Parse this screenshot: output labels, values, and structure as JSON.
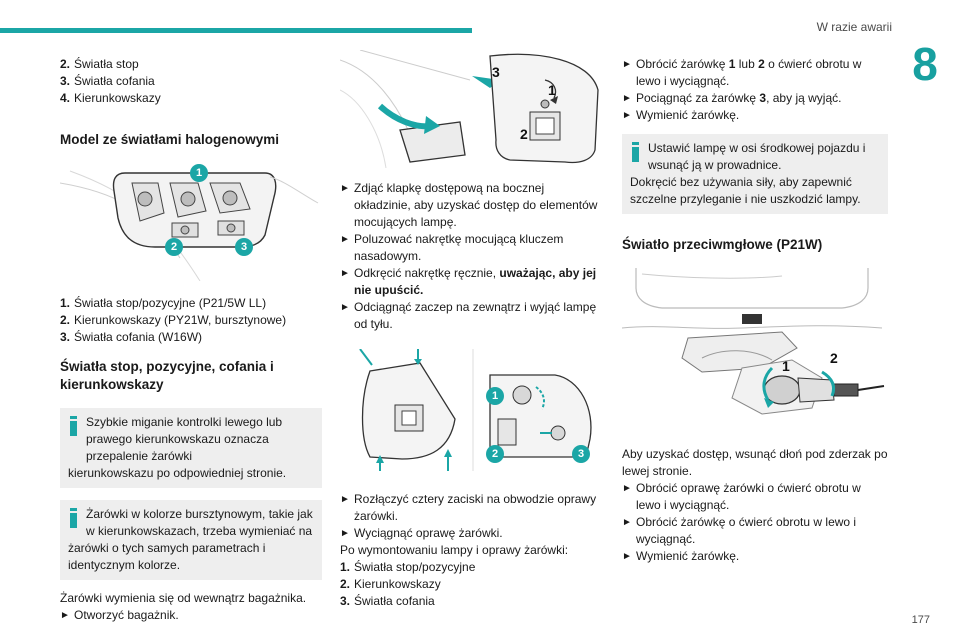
{
  "header": {
    "section": "W razie awarii",
    "chapter": "8"
  },
  "footer": {
    "page": "177"
  },
  "col1": {
    "list_top": [
      {
        "n": "2.",
        "t": "Światła stop"
      },
      {
        "n": "3.",
        "t": "Światła cofania"
      },
      {
        "n": "4.",
        "t": "Kierunkowskazy"
      }
    ],
    "heading_halogen": "Model ze światłami halogenowymi",
    "fig_badges": [
      "1",
      "2",
      "3"
    ],
    "list_bulbs": [
      {
        "n": "1.",
        "t": "Światła stop/pozycyjne (P21/5W LL)"
      },
      {
        "n": "2.",
        "t": "Kierunkowskazy (PY21W, bursztynowe)"
      },
      {
        "n": "3.",
        "t": "Światła cofania (W16W)"
      }
    ],
    "heading_stop": "Światła stop, pozycyjne, cofania i kierunkowskazy",
    "note1_first": "Szybkie miganie kontrolki lewego lub prawego kierunkowskazu oznacza przepalenie żarówki",
    "note1_rest": "kierunkowskazu po odpowiedniej stronie.",
    "note2_first": "Żarówki w kolorze bursztynowym, takie jak w kierunkowskazach, trzeba wymieniać na",
    "note2_rest": "żarówki o tych samych parametrach i identycznym kolorze.",
    "replace_from": "Żarówki wymienia się od wewnątrz bagażnika.",
    "step_open": "Otworzyć bagażnik."
  },
  "col2": {
    "fig_labels": [
      "3",
      "1",
      "2"
    ],
    "steps_a": [
      "Zdjąć klapkę dostępową na bocznej okładzinie, aby uzyskać dostęp do elementów mocujących lampę.",
      "Poluzować nakrętkę mocującą kluczem nasadowym."
    ],
    "step_b_plain": "Odkręcić nakrętkę ręcznie, ",
    "step_b_bold": "uważając, aby jej nie upuścić",
    "step_b_end": ".",
    "step_c": "Odciągnąć zaczep na zewnątrz i wyjąć lampę od tyłu.",
    "fig2_badges": [
      "1",
      "2",
      "3"
    ],
    "steps_d": [
      "Rozłączyć cztery zaciski na obwodzie oprawy żarówki.",
      "Wyciągnąć oprawę żarówki."
    ],
    "after_mount": "Po wymontowaniu lampy i oprawy żarówki:",
    "list_after": [
      {
        "n": "1.",
        "t": "Światła stop/pozycyjne"
      },
      {
        "n": "2.",
        "t": "Kierunkowskazy"
      },
      {
        "n": "3.",
        "t": "Światła cofania"
      }
    ]
  },
  "col3": {
    "steps_top": [
      {
        "plain1": "Obrócić żarówkę ",
        "b1": "1",
        "plain2": " lub ",
        "b2": "2",
        "plain3": " o ćwierć obrotu w lewo i wyciągnąć."
      },
      {
        "plain1": "Pociągnąć za żarówkę ",
        "b1": "3",
        "plain2": ", aby ją wyjąć.",
        "b2": "",
        "plain3": ""
      },
      {
        "plain1": "Wymienić żarówkę.",
        "b1": "",
        "plain2": "",
        "b2": "",
        "plain3": ""
      }
    ],
    "note_first": "Ustawić lampę w osi środkowej pojazdu i wsunąć ją w prowadnice.",
    "note_rest": "Dokręcić bez używania siły, aby zapewnić szczelne przyleganie i nie uszkodzić lampy.",
    "heading_fog": "Światło przeciwmgłowe (P21W)",
    "fig_labels": [
      "1",
      "2"
    ],
    "access": "Aby uzyskać dostęp, wsunąć dłoń pod zderzak po lewej stronie.",
    "steps_bottom": [
      "Obrócić oprawę żarówki o ćwierć obrotu w lewo i wyciągnąć.",
      "Obrócić żarówkę o ćwierć obrotu w lewo i wyciągnąć.",
      "Wymienić żarówkę."
    ]
  },
  "icons": {
    "step": "triangle-right-icon",
    "info": "info-icon"
  },
  "colors": {
    "accent": "#1ba6a6",
    "note_bg": "#eeeeee"
  }
}
